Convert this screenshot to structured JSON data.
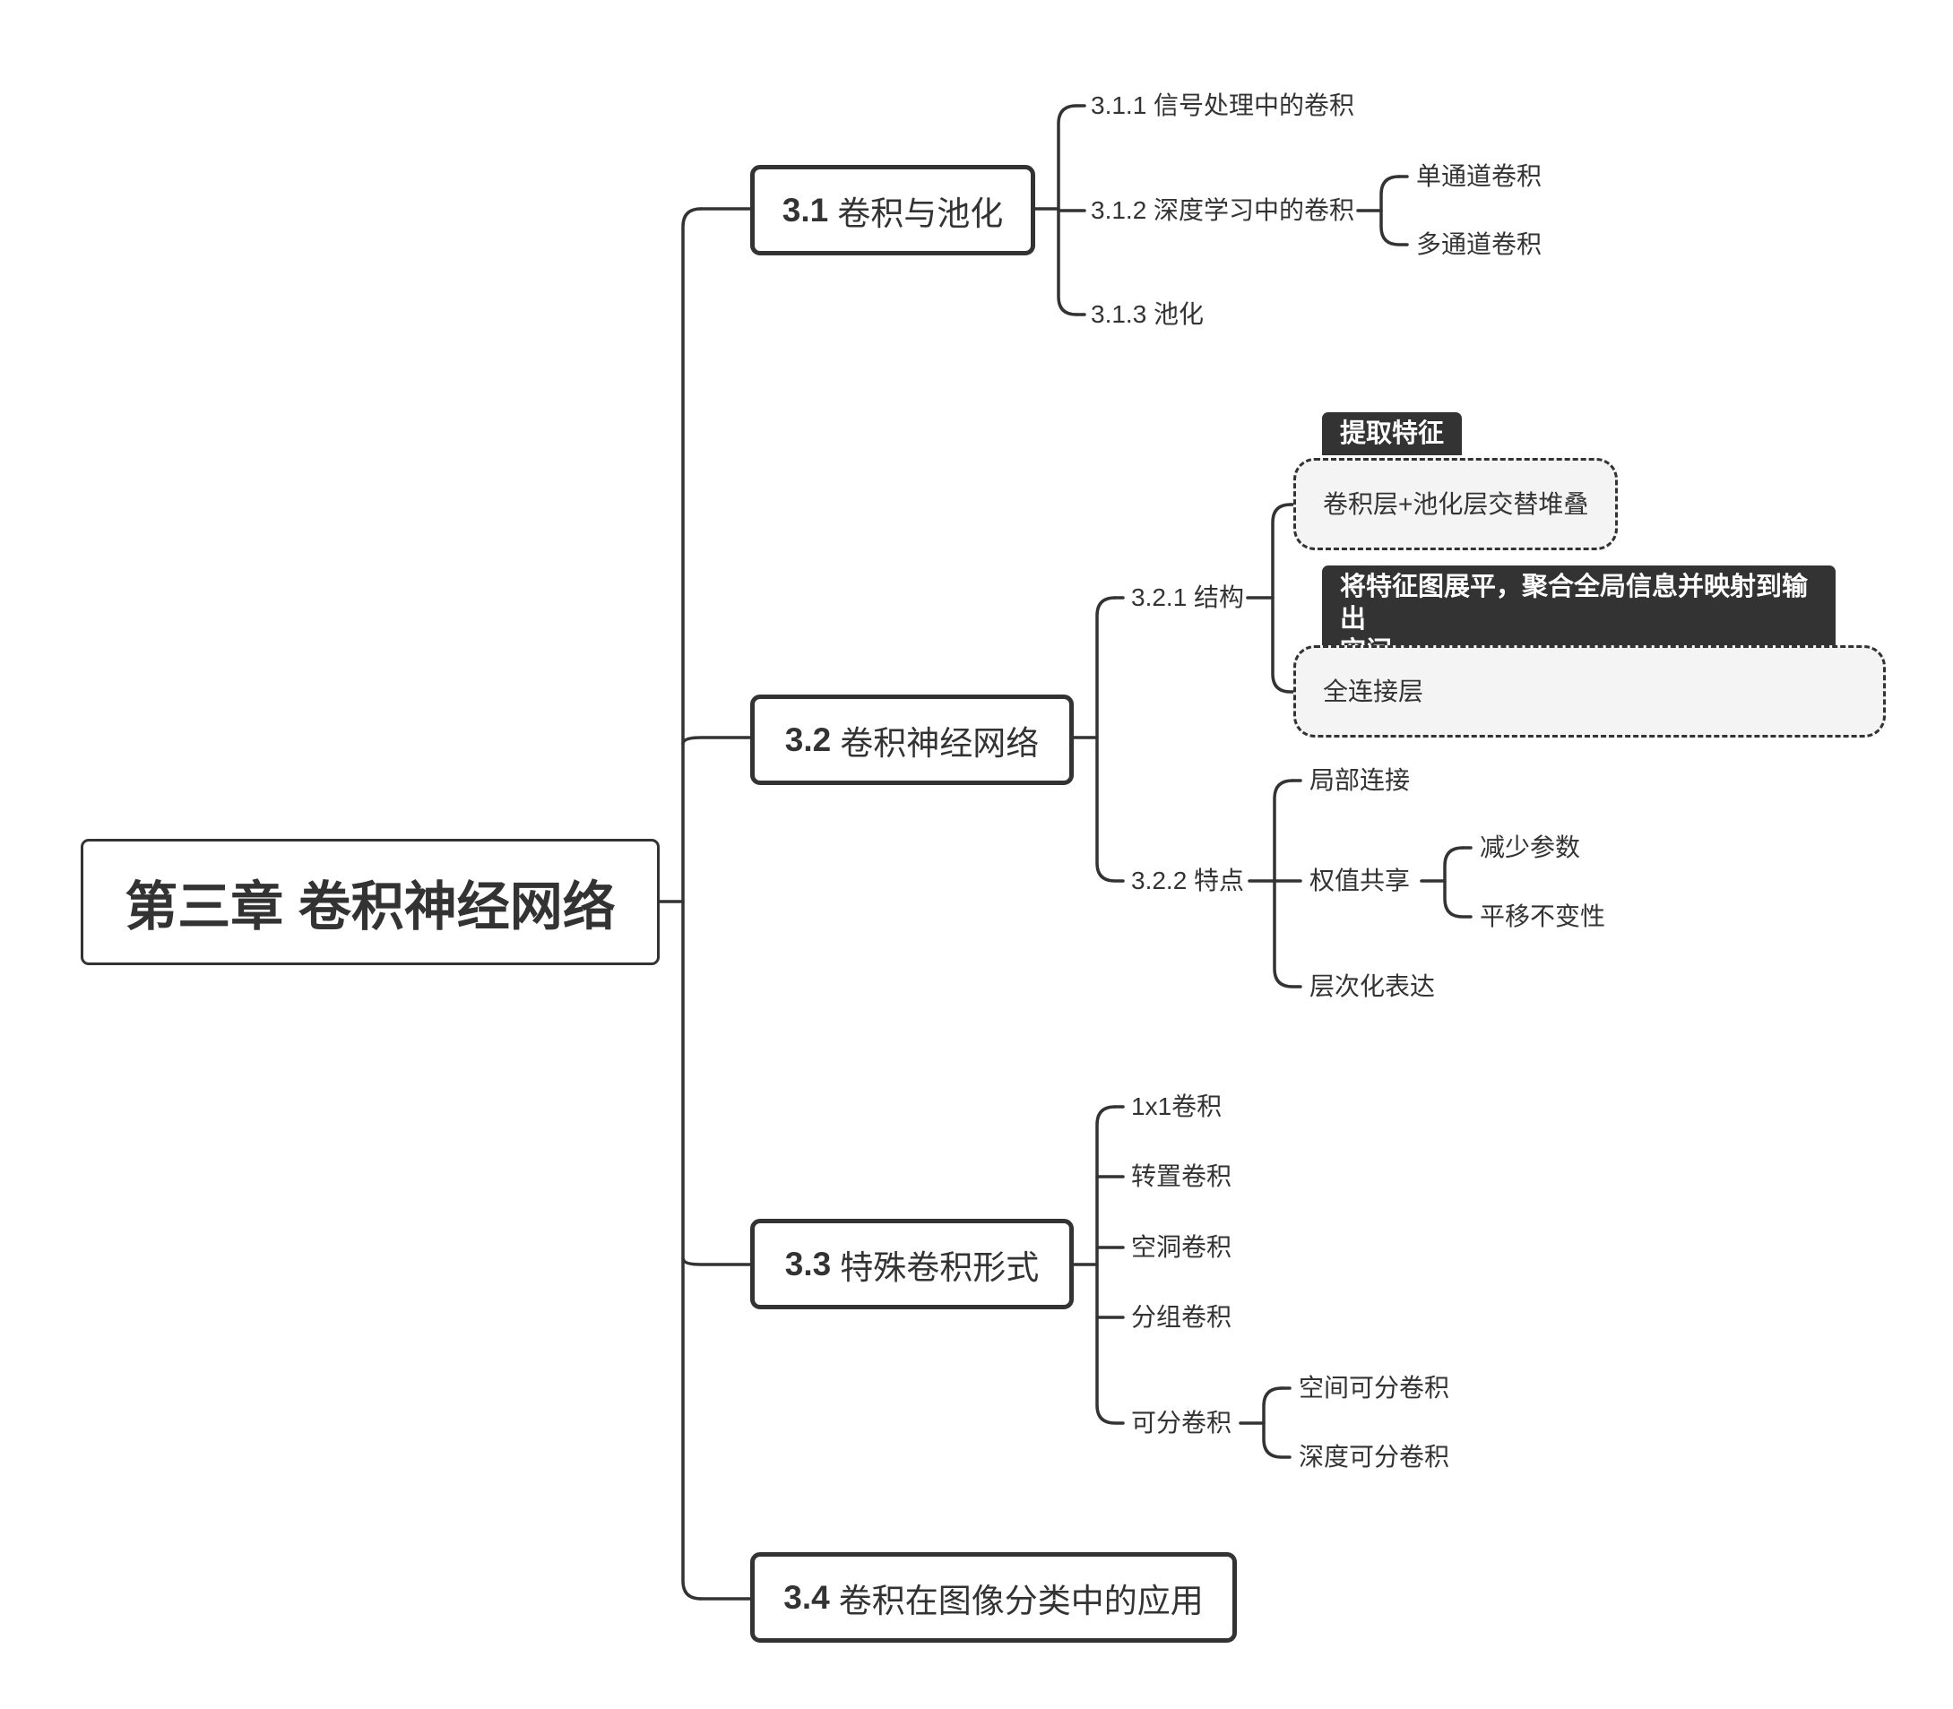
{
  "root": {
    "title": "第三章 卷积神经网络"
  },
  "sections": {
    "s31": {
      "num": "3.1",
      "title": "卷积与池化"
    },
    "s32": {
      "num": "3.2",
      "title": "卷积神经网络"
    },
    "s33": {
      "num": "3.3",
      "title": "特殊卷积形式"
    },
    "s34": {
      "num": "3.4",
      "title": "卷积在图像分类中的应用"
    }
  },
  "s31_children": {
    "c1": "3.1.1 信号处理中的卷积",
    "c2": "3.1.2 深度学习中的卷积",
    "c2_children": [
      "单通道卷积",
      "多通道卷积"
    ],
    "c3": "3.1.3 池化"
  },
  "s32_children": {
    "structure": "3.2.1 结构",
    "structure_children": [
      {
        "text": "卷积层+池化层交替堆叠",
        "callout": "提取特征"
      },
      {
        "text": "全连接层",
        "callout_line1": "将特征图展平，聚合全局信息并映射到输出",
        "callout_line2": "空间"
      }
    ],
    "features": "3.2.2 特点",
    "features_children": [
      "局部连接",
      "权值共享",
      "层次化表达"
    ],
    "weight_sharing_children": [
      "减少参数",
      "平移不变性"
    ]
  },
  "s33_children": {
    "items": [
      "1x1卷积",
      "转置卷积",
      "空洞卷积",
      "分组卷积",
      "可分卷积"
    ],
    "separable_children": [
      "空间可分卷积",
      "深度可分卷积"
    ]
  }
}
